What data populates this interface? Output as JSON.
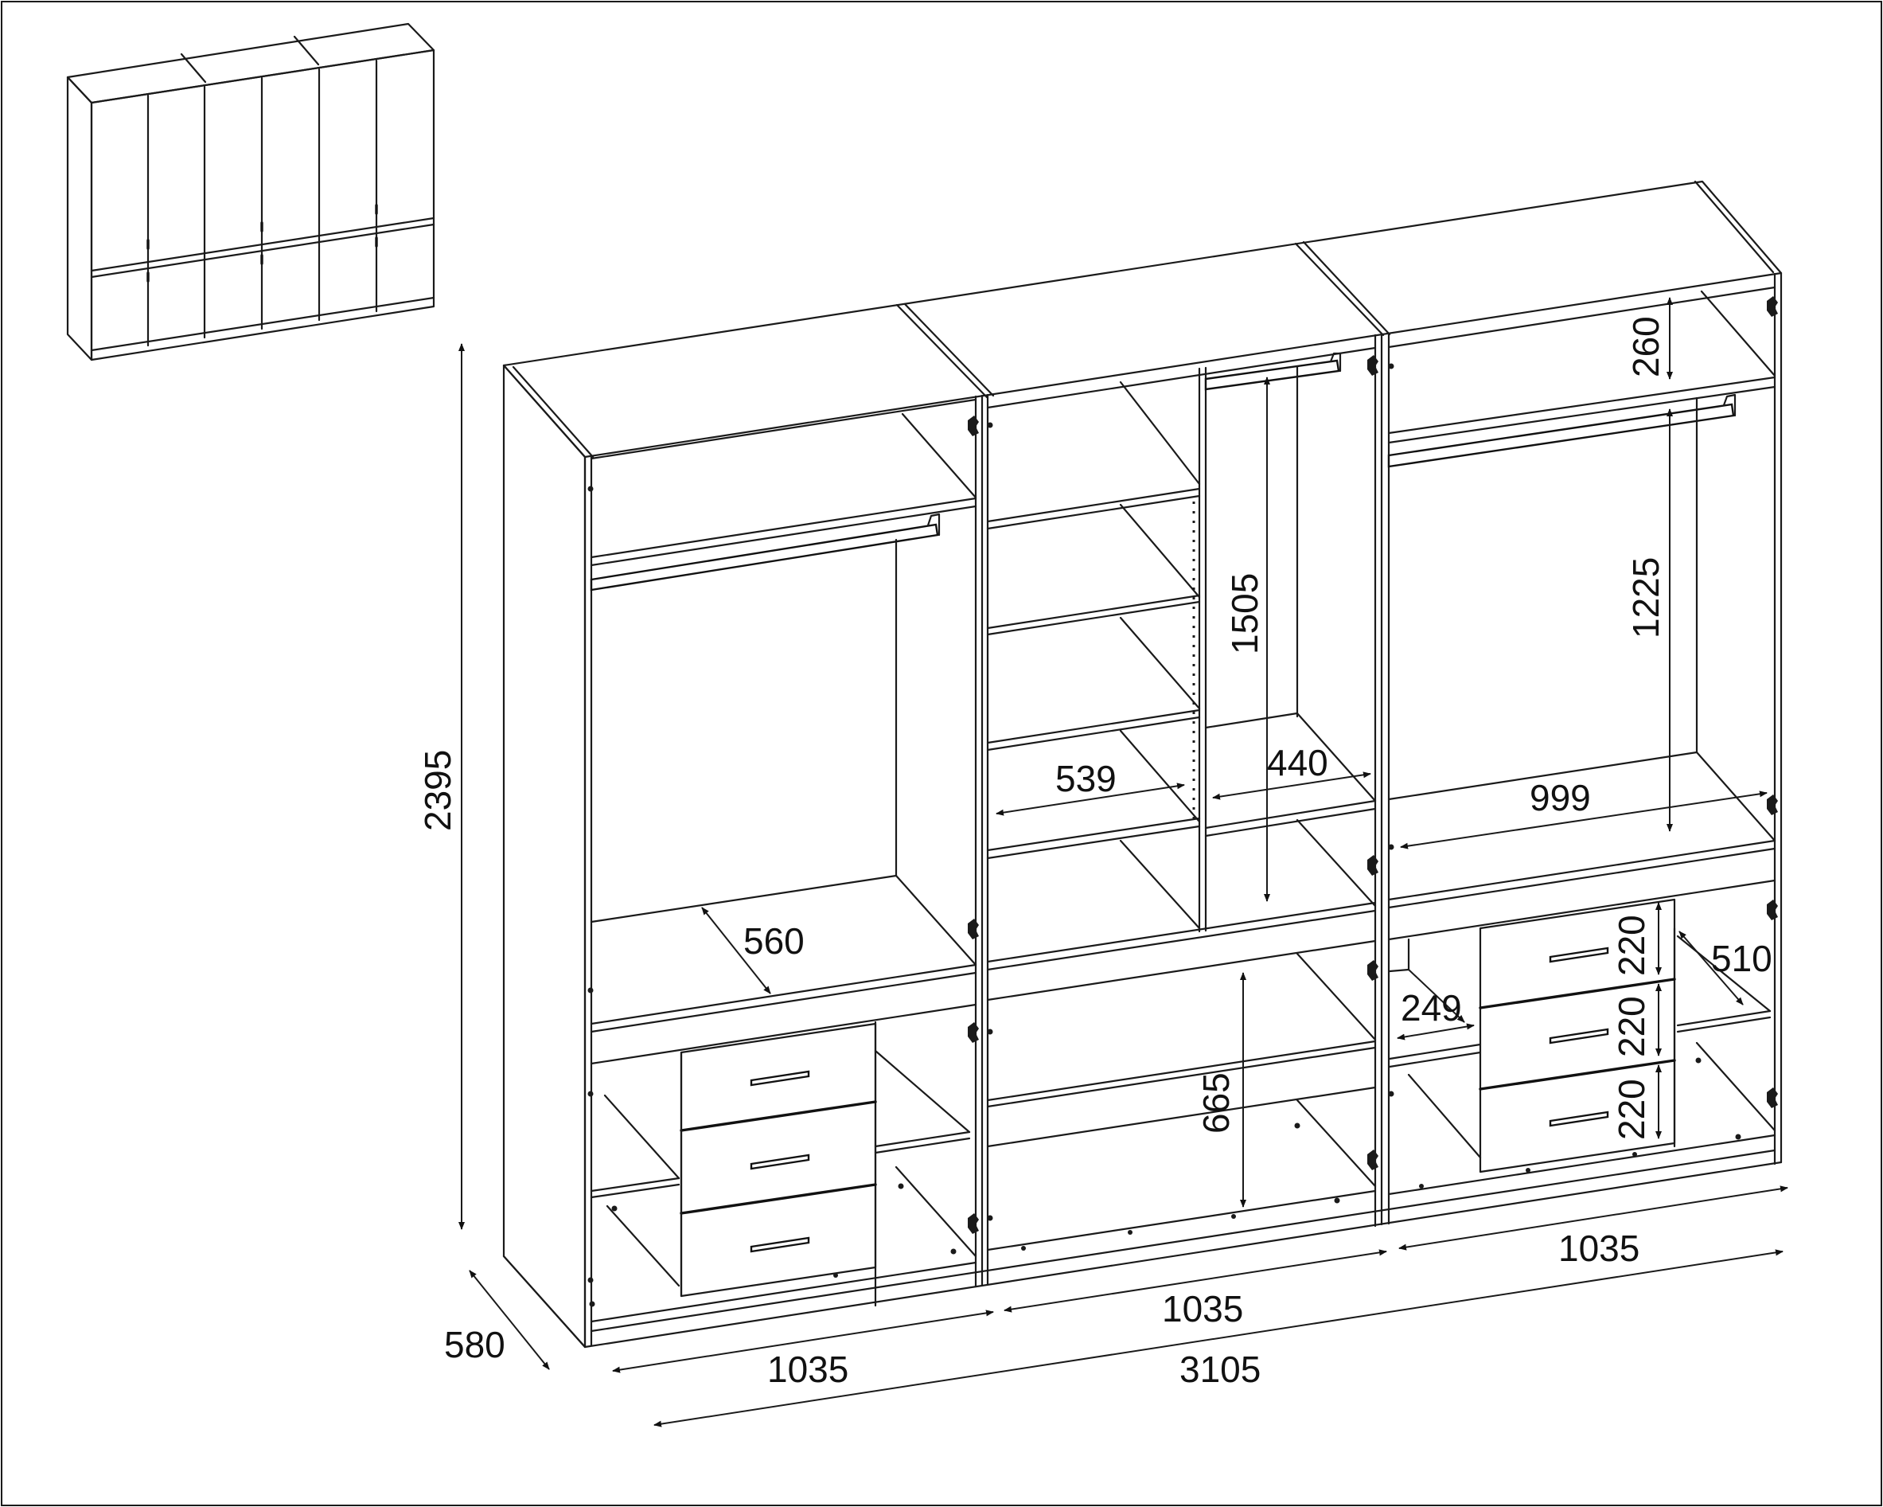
{
  "diagram": {
    "colors": {
      "line": "#1a1a1a",
      "background": "#ffffff"
    },
    "dimensions": {
      "height_total": "2395",
      "depth": "580",
      "width_total": "3105",
      "width_left": "1035",
      "width_middle": "1035",
      "width_right": "1035",
      "left_depth_inner": "560",
      "mid_shelf_width": "539",
      "mid_hang_width": "440",
      "mid_hang_height": "1505",
      "mid_lower_height": "665",
      "right_top_gap": "260",
      "right_hang_height": "1225",
      "right_inner_width": "999",
      "right_drawer_1": "220",
      "right_drawer_2": "220",
      "right_drawer_3": "220",
      "right_side_shelf": "510",
      "right_small_gap": "249"
    }
  }
}
